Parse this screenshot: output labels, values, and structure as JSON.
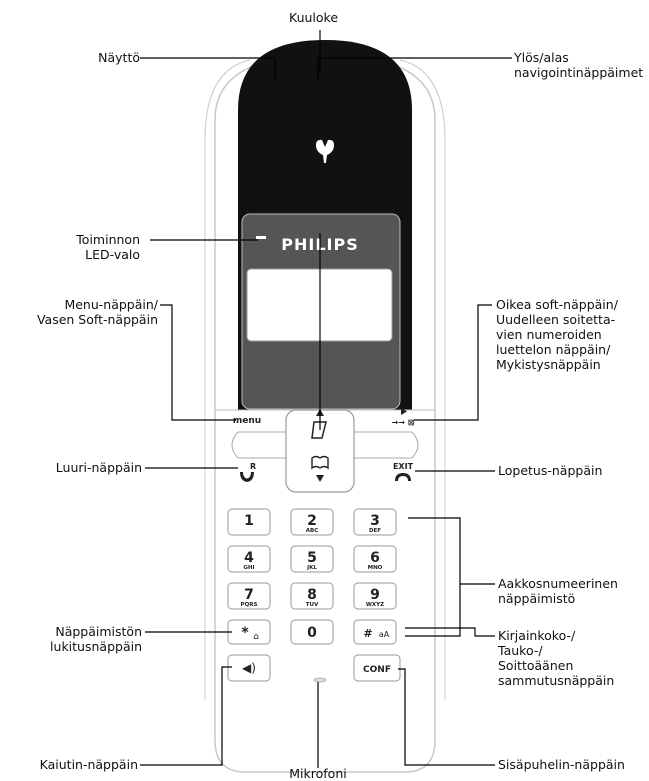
{
  "diagram": {
    "phone": {
      "brand": "PHILIPS",
      "nav_keys": {
        "menu": "menu",
        "exit": "EXIT",
        "r": "R"
      },
      "keypad": [
        {
          "digit": "1",
          "letters": ""
        },
        {
          "digit": "2",
          "letters": "ABC"
        },
        {
          "digit": "3",
          "letters": "DEF"
        },
        {
          "digit": "4",
          "letters": "GHI"
        },
        {
          "digit": "5",
          "letters": "JKL"
        },
        {
          "digit": "6",
          "letters": "MNO"
        },
        {
          "digit": "7",
          "letters": "PQRS"
        },
        {
          "digit": "8",
          "letters": "TUV"
        },
        {
          "digit": "9",
          "letters": "WXYZ"
        }
      ],
      "bottom_keys": {
        "star": "*",
        "zero": "0",
        "hash": "#",
        "conf": "CONF"
      }
    },
    "labels": {
      "kuuloke": "Kuuloke",
      "naytto": "Näyttö",
      "ylos_alas": [
        "Ylös/alas",
        "navigointinäppäimet"
      ],
      "led": [
        "Toiminnon",
        "LED-valo"
      ],
      "menu": [
        "Menu-näppäin/",
        "Vasen Soft-näppäin"
      ],
      "oikea": [
        "Oikea soft-näppäin/",
        "Uudelleen soitetta-",
        "vien numeroiden",
        "luettelon näppäin/",
        "Mykistysnäppäin"
      ],
      "luuri": "Luuri-näppäin",
      "lopetus": "Lopetus-näppäin",
      "aakkos": [
        "Aakkosnumeerinen",
        "näppäimistö"
      ],
      "lukitus": [
        "Näppäimistön",
        "lukitusnäppäin"
      ],
      "kirjain": [
        "Kirjainkoko-/",
        "Tauko-/",
        "Soittoäänen",
        "sammutusnäppäin"
      ],
      "kaiutin": "Kaiutin-näppäin",
      "mikrofoni": "Mikrofoni",
      "sisapuhelin": "Sisäpuhelin-näppäin"
    }
  }
}
